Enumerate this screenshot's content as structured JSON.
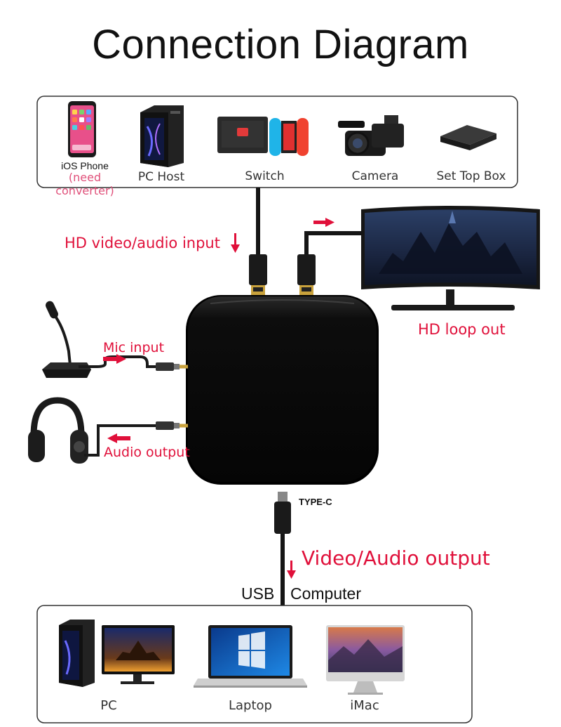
{
  "title": "Connection Diagram",
  "sources": {
    "ios_label": "iOS Phone",
    "ios_note": "(need converter)",
    "pc_host": "PC Host",
    "switch": "Switch",
    "camera": "Camera",
    "set_top_box": "Set Top Box"
  },
  "labels": {
    "hd_input": "HD video/audio input",
    "hd_loop": "HD loop out",
    "mic_input": "Mic input",
    "audio_output": "Audio output",
    "type_c": "TYPE-C",
    "video_audio_output": "Video/Audio output",
    "usb": "USB",
    "computer": "Computer"
  },
  "computers": {
    "pc": "PC",
    "laptop": "Laptop",
    "imac": "iMac"
  },
  "colors": {
    "accent": "#e0103a",
    "device_black": "#0b0b0b",
    "cable": "#151515",
    "gold": "#c9a23c"
  }
}
